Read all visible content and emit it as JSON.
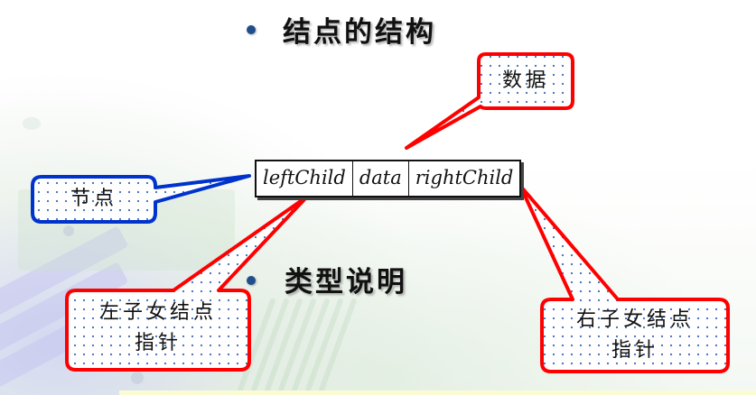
{
  "slide": {
    "bullets": [
      {
        "text": "结点的结构"
      },
      {
        "text": "类型说明"
      }
    ],
    "node_structure": {
      "fields": [
        "leftChild",
        "data",
        "rightChild"
      ]
    },
    "callouts": {
      "node": {
        "text": "节点",
        "border_color": "#0033cc"
      },
      "data": {
        "text": "数据",
        "border_color": "#ff0000"
      },
      "left_child": {
        "line1": "左子女结点",
        "line2": "指针",
        "border_color": "#ff0000"
      },
      "right_child": {
        "line1": "右子女结点",
        "line2": "指针",
        "border_color": "#ff0000"
      }
    },
    "colors": {
      "bullet": "#1f4e8c",
      "dot_fill": "#3a6ab8"
    }
  }
}
